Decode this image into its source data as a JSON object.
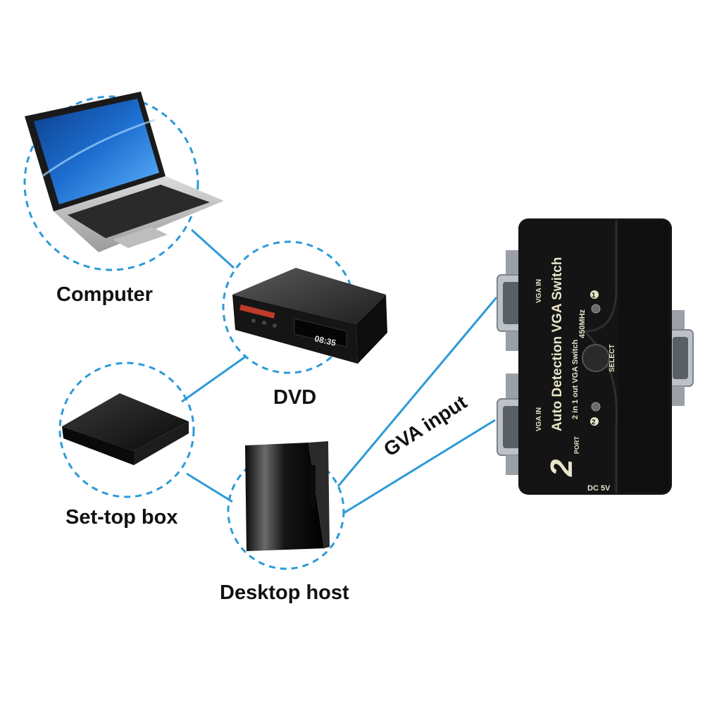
{
  "colors": {
    "connector": "#2b9ad8",
    "device_body": "#141414",
    "label_text": "#111111",
    "switch_text": "#e8e4c8"
  },
  "labels": {
    "computer": "Computer",
    "dvd": "DVD",
    "set_top_box": "Set-top box",
    "desktop_host": "Desktop host",
    "input": "GVA input"
  },
  "vga_switch": {
    "title": "Auto Detection VGA Switch",
    "subtitle": "2 in 1 out VGA Switch",
    "bandwidth": "450MHz",
    "big_number": "2",
    "port_word": "PORT",
    "input_1": "VGA IN",
    "input_2": "VGA IN",
    "indicator_1": "1",
    "indicator_2": "2",
    "select_label": "SELECT",
    "power_label": "DC 5V"
  },
  "dvd_display": "08:35"
}
